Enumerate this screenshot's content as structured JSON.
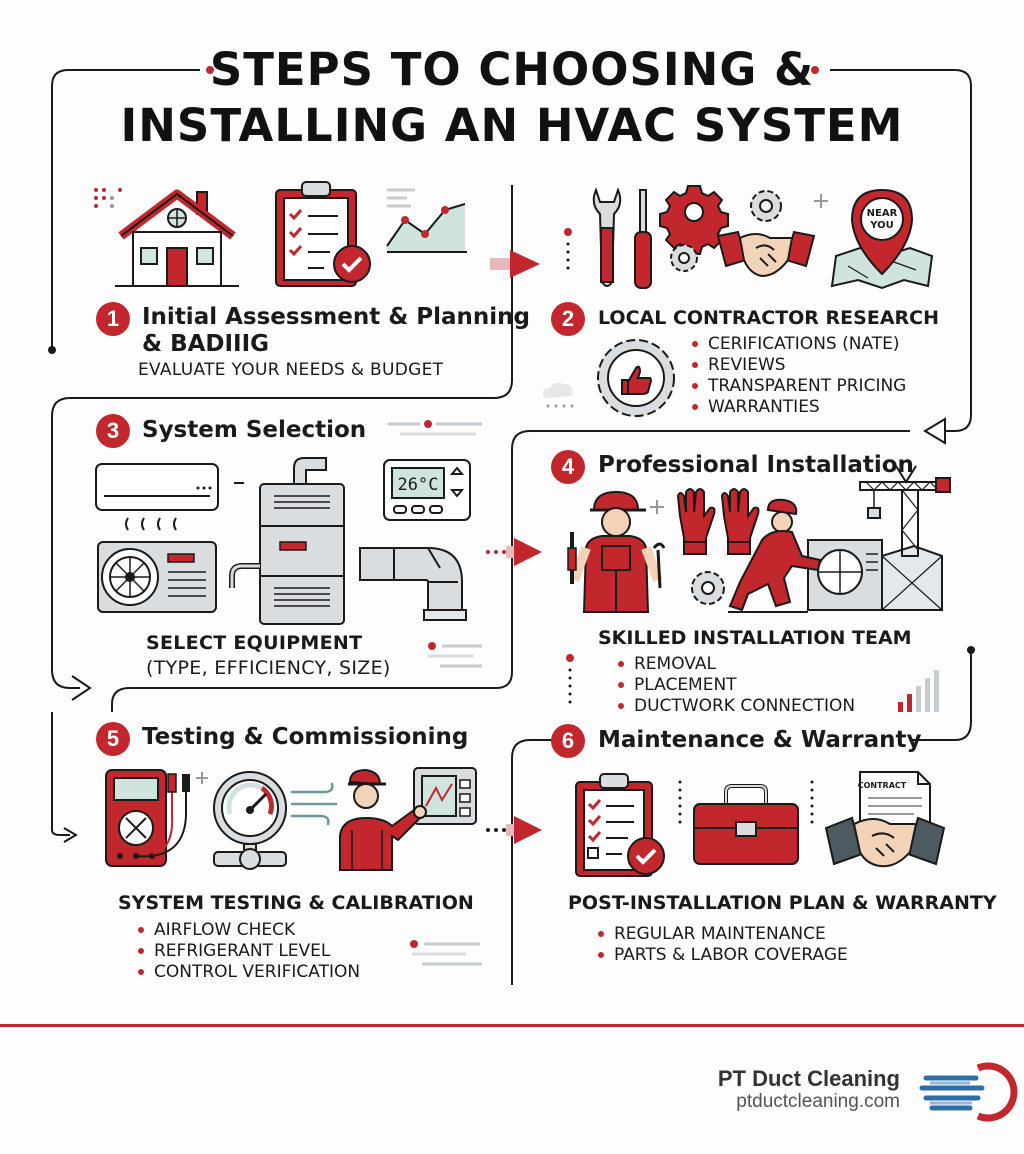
{
  "title": {
    "line1": "STEPS TO CHOOSING &",
    "line2": "INSTALLING AN HVAC SYSTEM"
  },
  "steps": [
    {
      "number": "1",
      "heading": "Initial Assessment & Planning",
      "heading2": "& BADIIIG",
      "subtitle": "EVALUATE YOUR NEEDS & BUDGET"
    },
    {
      "number": "2",
      "heading": "LOCAL CONTRACTOR RESEARCH",
      "bullets": [
        "CERIFICATIONS (NATE)",
        "REVIEWS",
        "TRANSPARENT PRICING",
        "WARRANTIES"
      ]
    },
    {
      "number": "3",
      "heading": "System Selection",
      "subtitle": "SELECT EQUIPMENT",
      "subtitle2": "(TYPE, EFFICIENCY, SIZE)",
      "thermostat": "26°C"
    },
    {
      "number": "4",
      "heading": "Professional Installation",
      "subtitle": "SKILLED INSTALLATION TEAM",
      "bullets": [
        "REMOVAL",
        "PLACEMENT",
        "DUCTWORK CONNECTION"
      ]
    },
    {
      "number": "5",
      "heading": "Testing & Commissioning",
      "subtitle": "SYSTEM TESTING & CALIBRATION",
      "bullets": [
        "AIRFLOW CHECK",
        "REFRIGERANT LEVEL",
        "CONTROL VERIFICATION"
      ]
    },
    {
      "number": "6",
      "heading": "Maintenance & Warranty",
      "subtitle": "POST-INSTALLATION PLAN & WARRANTY",
      "bullets": [
        "REGULAR MAINTENANCE",
        "PARTS & LABOR COVERAGE"
      ]
    }
  ],
  "icons": {
    "pin_text": "NEAR YOU",
    "pin_line1": "NEAR",
    "pin_line2": "YOU",
    "contract_label": "CONTRACT"
  },
  "footer": {
    "brand": "PT Duct Cleaning",
    "website": "ptductcleaning.com"
  },
  "colors": {
    "accent": "#c1272d",
    "line": "#1a1a1a",
    "metal": "#d9dde0",
    "mint": "#cfe3df"
  }
}
